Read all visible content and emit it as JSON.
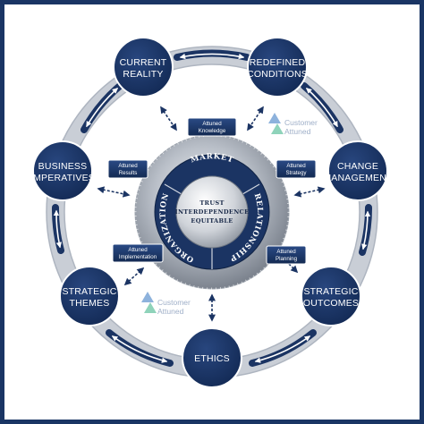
{
  "nodes": {
    "current_reality": [
      "CURRENT",
      "REALITY"
    ],
    "redefined_conditions": [
      "REDEFINED",
      "CONDITIONS"
    ],
    "change_management": [
      "CHANGE",
      "MANAGEMENT"
    ],
    "strategic_outcomes": [
      "STRATEGIC",
      "OUTCOMES"
    ],
    "ethics": [
      "ETHICS"
    ],
    "strategic_themes": [
      "STRATEGIC",
      "THEMES"
    ],
    "business_imperatives": [
      "BUSINESS",
      "IMPERATIVES"
    ]
  },
  "attuned_boxes": {
    "knowledge": [
      "Attuned",
      "Knowledge"
    ],
    "strategy": [
      "Attuned",
      "Strategy"
    ],
    "planning": [
      "Attuned",
      "Planning"
    ],
    "implementation": [
      "Attuned",
      "Implementation"
    ],
    "results": [
      "Attuned",
      "Results"
    ]
  },
  "ring_labels": {
    "market": "MARKET",
    "relationship": "RELATIONSHIP",
    "organization": "ORGANIZATION"
  },
  "core": [
    "TRUST",
    "INTERDEPENDENCE",
    "EQUITABLE"
  ],
  "watermark": {
    "line1": "Customer",
    "line2": "Attuned"
  },
  "colors": {
    "navy": "#1b3463",
    "frame": "#1a3564",
    "ring_grey": "#c9ced6",
    "white": "#ffffff"
  }
}
